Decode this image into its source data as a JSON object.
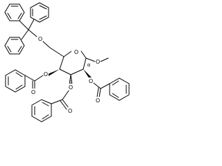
{
  "molecule": {
    "atoms": {
      "o_trityl": "O",
      "o_ring": "O",
      "o_methyl": "O",
      "o_c4": "O",
      "o_c3": "O",
      "o_c2": "O",
      "o_carbonyl_c4": "O",
      "o_carbonyl_c3": "O",
      "o_carbonyl_c2": "O"
    },
    "stereo_labels": {
      "alpha": "α"
    },
    "colors": {
      "ink": "#000000",
      "background": "#ffffff"
    }
  }
}
